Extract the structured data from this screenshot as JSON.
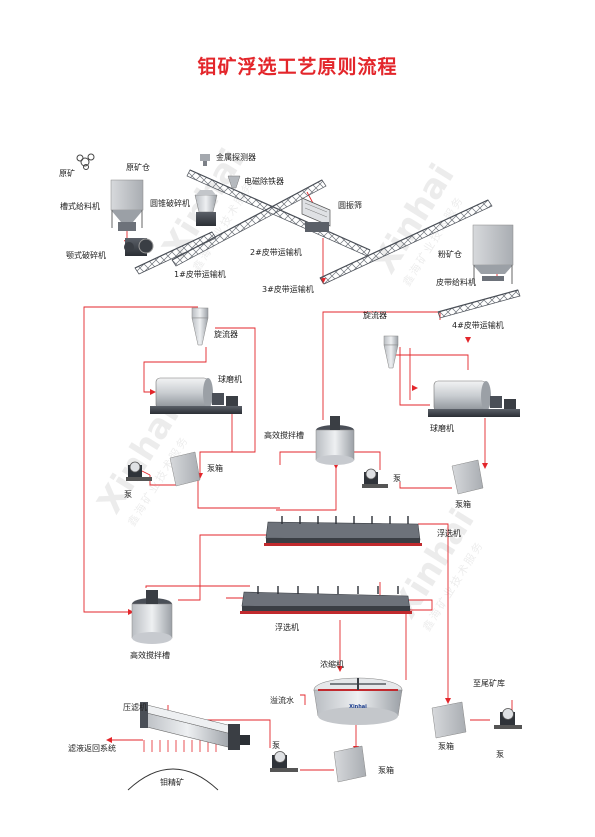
{
  "title": "钼矿浮选工艺原则流程",
  "labels": {
    "raw_ore": "原矿",
    "raw_bin": "原矿仓",
    "trough_feeder": "槽式给料机",
    "jaw_crusher": "颚式破碎机",
    "cone_crusher": "圆锥破碎机",
    "metal_detector": "金属探测器",
    "magnetic_separator": "电磁除铁器",
    "vibrating_screen": "圆振筛",
    "belt1": "1#皮带运输机",
    "belt2": "2#皮带运输机",
    "belt3": "3#皮带运输机",
    "powder_bin": "粉矿仓",
    "belt_feeder": "皮带给料机",
    "belt4": "4#皮带运输机",
    "cyclone_a": "旋流器",
    "cyclone_b": "旋流器",
    "ball_mill_a": "球磨机",
    "ball_mill_b": "球磨机",
    "agitator_a": "高效搅拌槽",
    "agitator_b": "高效搅拌槽",
    "pump_box_a": "泵箱",
    "pump_box_b": "泵箱",
    "pump_box_c": "泵箱",
    "pump_box_d": "泵箱",
    "pump_a": "泵",
    "pump_b": "泵",
    "pump_c": "泵",
    "pump_d": "泵",
    "flotation_a": "浮选机",
    "flotation_b": "浮选机",
    "thickener": "浓缩机",
    "overflow": "溢流水",
    "to_tailings": "至尾矿库",
    "filter_press": "压滤机",
    "filtrate_return": "滤液返回系统",
    "mo_concentrate": "钼精矿"
  },
  "thickener_brand": "Xinhai",
  "watermark": {
    "brand": "Xinhai",
    "sub": "鑫海矿业技术服务"
  },
  "colors": {
    "title": "#e3262b",
    "flow": "#e3262b",
    "machine": "#8a8f96",
    "frame": "#4a4f57"
  }
}
